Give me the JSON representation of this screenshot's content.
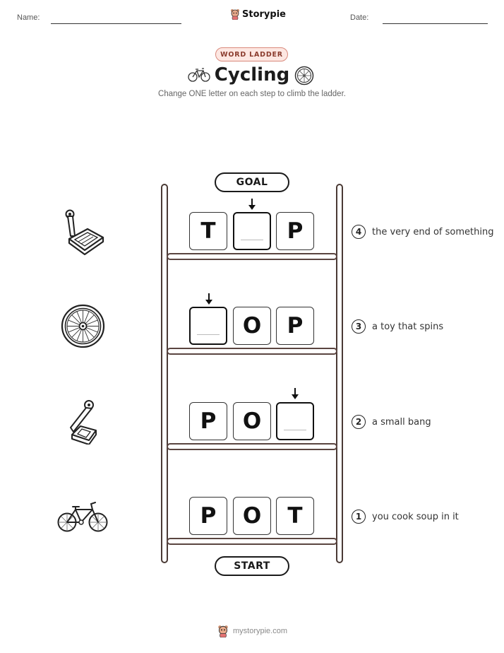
{
  "header": {
    "name_label": "Name:",
    "date_label": "Date:",
    "brand": "Storypie"
  },
  "worksheet": {
    "badge": "WORD LADDER",
    "title": "Cycling",
    "instructions": "Change ONE letter on each step to climb the ladder.",
    "goal_label": "GOAL",
    "start_label": "START"
  },
  "steps": [
    {
      "number": "4",
      "letters": [
        "T",
        "",
        "P"
      ],
      "blank_index": 1,
      "clue": "the very end of something",
      "picture": "bicycle-pedal-icon"
    },
    {
      "number": "3",
      "letters": [
        "",
        "O",
        "P"
      ],
      "blank_index": 0,
      "clue": "a toy that spins",
      "picture": "bicycle-wheel-icon"
    },
    {
      "number": "2",
      "letters": [
        "P",
        "O",
        ""
      ],
      "blank_index": 2,
      "clue": "a small bang",
      "picture": "pedal-crank-icon"
    },
    {
      "number": "1",
      "letters": [
        "P",
        "O",
        "T"
      ],
      "blank_index": null,
      "clue": "you cook soup in it",
      "picture": "bicycle-icon"
    }
  ],
  "footer": {
    "site": "mystorypie.com"
  },
  "colors": {
    "ink": "#1a1a1a",
    "ladder": "#4a3a35",
    "badge_fill": "#fde7e2",
    "badge_border": "#d9897c",
    "badge_text": "#8a3b2d"
  }
}
